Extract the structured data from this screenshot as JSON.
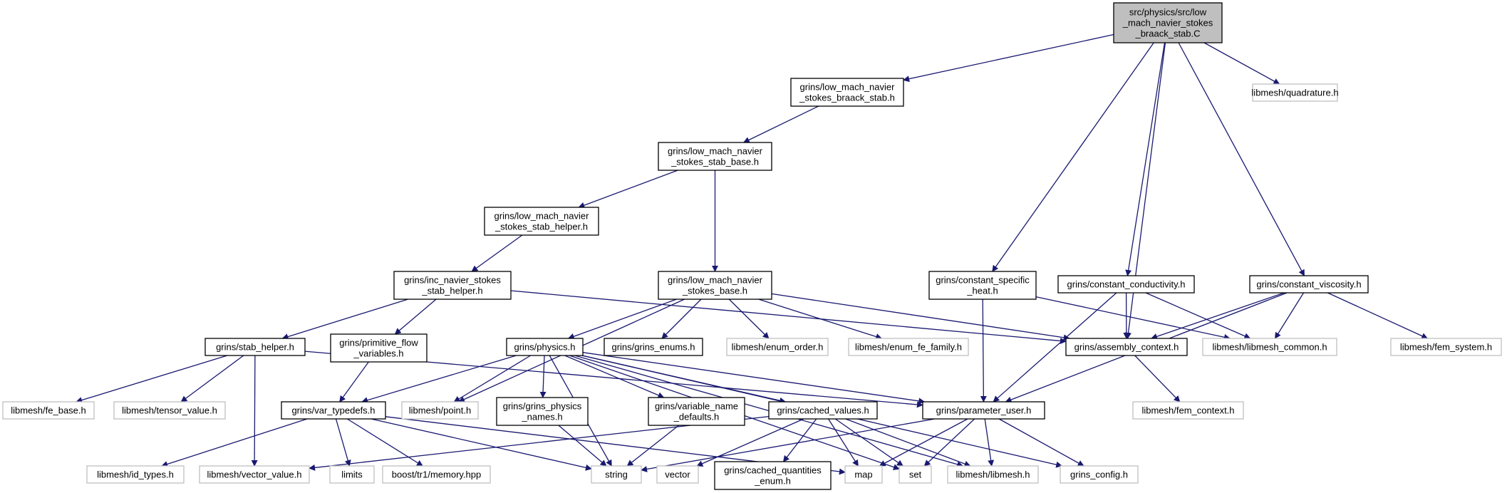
{
  "graph": {
    "nodes": [
      {
        "id": "root",
        "lines": [
          "src/physics/src/low",
          "_mach_navier_stokes",
          "_braack_stab.C"
        ],
        "style": "root"
      },
      {
        "id": "lmns_braack_stab_h",
        "lines": [
          "grins/low_mach_navier",
          "_stokes_braack_stab.h"
        ],
        "style": "project"
      },
      {
        "id": "quadrature_h",
        "lines": [
          "libmesh/quadrature.h"
        ],
        "style": "external"
      },
      {
        "id": "lmns_stab_base_h",
        "lines": [
          "grins/low_mach_navier",
          "_stokes_stab_base.h"
        ],
        "style": "project"
      },
      {
        "id": "lmns_stab_helper_h",
        "lines": [
          "grins/low_mach_navier",
          "_stokes_stab_helper.h"
        ],
        "style": "project"
      },
      {
        "id": "inc_ns_stab_helper_h",
        "lines": [
          "grins/inc_navier_stokes",
          "_stab_helper.h"
        ],
        "style": "project"
      },
      {
        "id": "lmns_base_h",
        "lines": [
          "grins/low_mach_navier",
          "_stokes_base.h"
        ],
        "style": "project"
      },
      {
        "id": "const_specific_heat_h",
        "lines": [
          "grins/constant_specific",
          "_heat.h"
        ],
        "style": "project"
      },
      {
        "id": "const_conductivity_h",
        "lines": [
          "grins/constant_conductivity.h"
        ],
        "style": "project"
      },
      {
        "id": "const_viscosity_h",
        "lines": [
          "grins/constant_viscosity.h"
        ],
        "style": "project"
      },
      {
        "id": "stab_helper_h",
        "lines": [
          "grins/stab_helper.h"
        ],
        "style": "project"
      },
      {
        "id": "primitive_flow_h",
        "lines": [
          "grins/primitive_flow",
          "_variables.h"
        ],
        "style": "project"
      },
      {
        "id": "physics_h",
        "lines": [
          "grins/physics.h"
        ],
        "style": "project"
      },
      {
        "id": "grins_enums_h",
        "lines": [
          "grins/grins_enums.h"
        ],
        "style": "project"
      },
      {
        "id": "enum_order_h",
        "lines": [
          "libmesh/enum_order.h"
        ],
        "style": "external"
      },
      {
        "id": "enum_fe_family_h",
        "lines": [
          "libmesh/enum_fe_family.h"
        ],
        "style": "external"
      },
      {
        "id": "assembly_context_h",
        "lines": [
          "grins/assembly_context.h"
        ],
        "style": "project"
      },
      {
        "id": "libmesh_common_h",
        "lines": [
          "libmesh/libmesh_common.h"
        ],
        "style": "external"
      },
      {
        "id": "fem_system_h",
        "lines": [
          "libmesh/fem_system.h"
        ],
        "style": "external"
      },
      {
        "id": "fe_base_h",
        "lines": [
          "libmesh/fe_base.h"
        ],
        "style": "external"
      },
      {
        "id": "tensor_value_h",
        "lines": [
          "libmesh/tensor_value.h"
        ],
        "style": "external"
      },
      {
        "id": "var_typedefs_h",
        "lines": [
          "grins/var_typedefs.h"
        ],
        "style": "project"
      },
      {
        "id": "point_h",
        "lines": [
          "libmesh/point.h"
        ],
        "style": "external"
      },
      {
        "id": "grins_physics_names_h",
        "lines": [
          "grins/grins_physics",
          "_names.h"
        ],
        "style": "project"
      },
      {
        "id": "variable_name_defaults_h",
        "lines": [
          "grins/variable_name",
          "_defaults.h"
        ],
        "style": "project"
      },
      {
        "id": "cached_values_h",
        "lines": [
          "grins/cached_values.h"
        ],
        "style": "project"
      },
      {
        "id": "parameter_user_h",
        "lines": [
          "grins/parameter_user.h"
        ],
        "style": "project"
      },
      {
        "id": "fem_context_h",
        "lines": [
          "libmesh/fem_context.h"
        ],
        "style": "external"
      },
      {
        "id": "id_types_h",
        "lines": [
          "libmesh/id_types.h"
        ],
        "style": "external"
      },
      {
        "id": "vector_value_h",
        "lines": [
          "libmesh/vector_value.h"
        ],
        "style": "external"
      },
      {
        "id": "limits",
        "lines": [
          "limits"
        ],
        "style": "external"
      },
      {
        "id": "boost_memory_hpp",
        "lines": [
          "boost/tr1/memory.hpp"
        ],
        "style": "external"
      },
      {
        "id": "string",
        "lines": [
          "string"
        ],
        "style": "external"
      },
      {
        "id": "vector",
        "lines": [
          "vector"
        ],
        "style": "external"
      },
      {
        "id": "cached_quantities_enum_h",
        "lines": [
          "grins/cached_quantities",
          "_enum.h"
        ],
        "style": "project"
      },
      {
        "id": "map",
        "lines": [
          "map"
        ],
        "style": "external"
      },
      {
        "id": "set",
        "lines": [
          "set"
        ],
        "style": "external"
      },
      {
        "id": "libmesh_libmesh_h",
        "lines": [
          "libmesh/libmesh.h"
        ],
        "style": "external"
      },
      {
        "id": "grins_config_h",
        "lines": [
          "grins_config.h"
        ],
        "style": "external"
      }
    ],
    "edges": [
      [
        "root",
        "lmns_braack_stab_h"
      ],
      [
        "root",
        "quadrature_h"
      ],
      [
        "root",
        "const_specific_heat_h"
      ],
      [
        "root",
        "const_conductivity_h"
      ],
      [
        "root",
        "const_viscosity_h"
      ],
      [
        "root",
        "assembly_context_h"
      ],
      [
        "lmns_braack_stab_h",
        "lmns_stab_base_h"
      ],
      [
        "lmns_stab_base_h",
        "lmns_stab_helper_h"
      ],
      [
        "lmns_stab_base_h",
        "lmns_base_h"
      ],
      [
        "lmns_stab_helper_h",
        "inc_ns_stab_helper_h"
      ],
      [
        "inc_ns_stab_helper_h",
        "stab_helper_h"
      ],
      [
        "inc_ns_stab_helper_h",
        "primitive_flow_h"
      ],
      [
        "inc_ns_stab_helper_h",
        "assembly_context_h"
      ],
      [
        "lmns_base_h",
        "physics_h"
      ],
      [
        "lmns_base_h",
        "grins_enums_h"
      ],
      [
        "lmns_base_h",
        "enum_order_h"
      ],
      [
        "lmns_base_h",
        "enum_fe_family_h"
      ],
      [
        "lmns_base_h",
        "assembly_context_h"
      ],
      [
        "lmns_base_h",
        "point_h"
      ],
      [
        "const_specific_heat_h",
        "parameter_user_h"
      ],
      [
        "const_specific_heat_h",
        "libmesh_common_h"
      ],
      [
        "const_conductivity_h",
        "assembly_context_h"
      ],
      [
        "const_conductivity_h",
        "libmesh_common_h"
      ],
      [
        "const_conductivity_h",
        "parameter_user_h"
      ],
      [
        "const_viscosity_h",
        "assembly_context_h"
      ],
      [
        "const_viscosity_h",
        "libmesh_common_h"
      ],
      [
        "const_viscosity_h",
        "fem_system_h"
      ],
      [
        "const_viscosity_h",
        "parameter_user_h"
      ],
      [
        "stab_helper_h",
        "fe_base_h"
      ],
      [
        "stab_helper_h",
        "tensor_value_h"
      ],
      [
        "stab_helper_h",
        "vector_value_h"
      ],
      [
        "stab_helper_h",
        "parameter_user_h"
      ],
      [
        "primitive_flow_h",
        "var_typedefs_h"
      ],
      [
        "physics_h",
        "var_typedefs_h"
      ],
      [
        "physics_h",
        "point_h"
      ],
      [
        "physics_h",
        "grins_physics_names_h"
      ],
      [
        "physics_h",
        "variable_name_defaults_h"
      ],
      [
        "physics_h",
        "cached_values_h"
      ],
      [
        "physics_h",
        "parameter_user_h"
      ],
      [
        "physics_h",
        "string"
      ],
      [
        "physics_h",
        "set"
      ],
      [
        "physics_h",
        "libmesh_libmesh_h"
      ],
      [
        "physics_h",
        "grins_config_h"
      ],
      [
        "assembly_context_h",
        "fem_context_h"
      ],
      [
        "var_typedefs_h",
        "id_types_h"
      ],
      [
        "var_typedefs_h",
        "limits"
      ],
      [
        "var_typedefs_h",
        "boost_memory_hpp"
      ],
      [
        "var_typedefs_h",
        "string"
      ],
      [
        "var_typedefs_h",
        "map"
      ],
      [
        "grins_physics_names_h",
        "string"
      ],
      [
        "variable_name_defaults_h",
        "string"
      ],
      [
        "cached_values_h",
        "vector_value_h"
      ],
      [
        "cached_values_h",
        "vector"
      ],
      [
        "cached_values_h",
        "cached_quantities_enum_h"
      ],
      [
        "cached_values_h",
        "map"
      ],
      [
        "cached_values_h",
        "set"
      ],
      [
        "cached_values_h",
        "libmesh_libmesh_h"
      ],
      [
        "parameter_user_h",
        "string"
      ],
      [
        "parameter_user_h",
        "map"
      ],
      [
        "parameter_user_h",
        "set"
      ],
      [
        "parameter_user_h",
        "libmesh_libmesh_h"
      ],
      [
        "parameter_user_h",
        "grins_config_h"
      ]
    ],
    "colors": {
      "edge": "#191970",
      "root_fill": "#bfbfbf",
      "root_border": "#000000",
      "project_border": "#000000",
      "external_border": "#bfbfbf",
      "fill": "#ffffff",
      "text": "#000000"
    }
  }
}
